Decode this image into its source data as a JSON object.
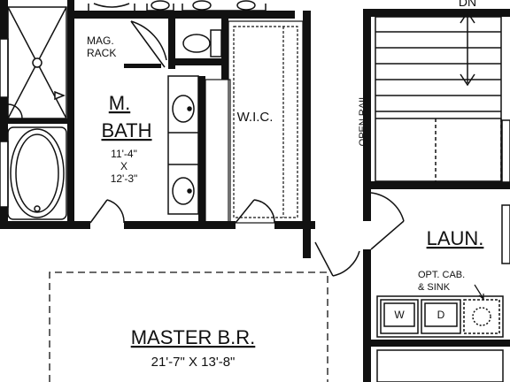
{
  "rooms": {
    "master_bath": {
      "line1": "M.",
      "line2": "BATH",
      "dim_w": "11'-4\"",
      "dim_x": "X",
      "dim_h": "12'-3\""
    },
    "mag_rack": {
      "line1": "MAG.",
      "line2": "RACK"
    },
    "wic": {
      "label": "W.I.C."
    },
    "laundry": {
      "label": "LAUN."
    },
    "opt_cab": {
      "line1": "OPT. CAB.",
      "line2": "& SINK"
    },
    "washer": {
      "label": "W"
    },
    "dryer": {
      "label": "D"
    },
    "master_br": {
      "label": "MASTER B.R.",
      "dims": "21'-7\" X 13'-8\""
    }
  },
  "stairs": {
    "direction": "DN",
    "rail_label": "OPEN RAIL"
  }
}
